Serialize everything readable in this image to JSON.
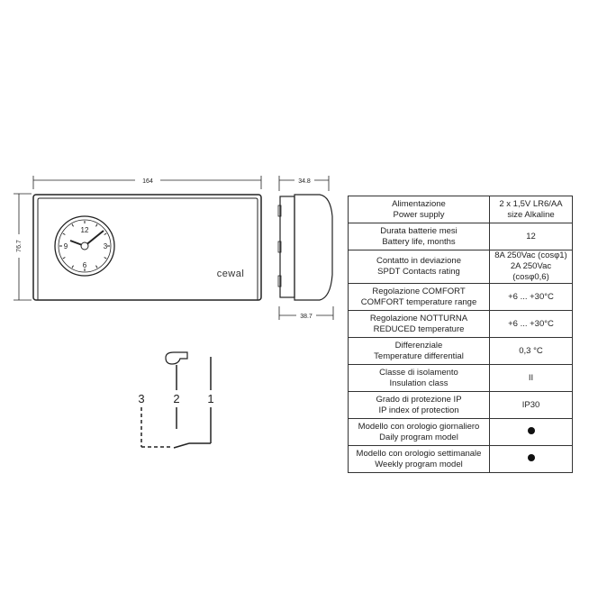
{
  "drawing": {
    "dim_width": "164",
    "dim_height": "76.7",
    "dim_depth_top": "34.8",
    "dim_depth_bottom": "38.7",
    "brand": "cewal",
    "clock_numbers": [
      "12",
      "3",
      "6",
      "9"
    ],
    "terminals": [
      "3",
      "2",
      "1"
    ]
  },
  "specs": [
    {
      "it": "Alimentazione",
      "en": "Power supply",
      "v1": "2 x 1,5V LR6/AA",
      "v2": "size Alkaline"
    },
    {
      "it": "Durata batterie mesi",
      "en": "Battery life, months",
      "v1": "12",
      "v2": ""
    },
    {
      "it": "Contatto in deviazione",
      "en": "SPDT Contacts rating",
      "v1": "8A 250Vac (cosφ1)",
      "v2": "2A 250Vac (cosφ0,6)"
    },
    {
      "it": "Regolazione COMFORT",
      "en": "COMFORT temperature range",
      "v1": "+6 ... +30°C",
      "v2": ""
    },
    {
      "it": "Regolazione NOTTURNA",
      "en": "REDUCED temperature",
      "v1": "+6 ... +30°C",
      "v2": ""
    },
    {
      "it": "Differenziale",
      "en": "Temperature differential",
      "v1": "0,3 °C",
      "v2": ""
    },
    {
      "it": "Classe di isolamento",
      "en": "Insulation class",
      "v1": "II",
      "v2": ""
    },
    {
      "it": "Grado di protezione IP",
      "en": "IP index of protection",
      "v1": "IP30",
      "v2": ""
    },
    {
      "it": "Modello con orologio giornaliero",
      "en": "Daily program model",
      "v1": "",
      "v2": "",
      "dot": true
    },
    {
      "it": "Modello con orologio settimanale",
      "en": "Weekly program model",
      "v1": "",
      "v2": "",
      "dot": true
    }
  ]
}
